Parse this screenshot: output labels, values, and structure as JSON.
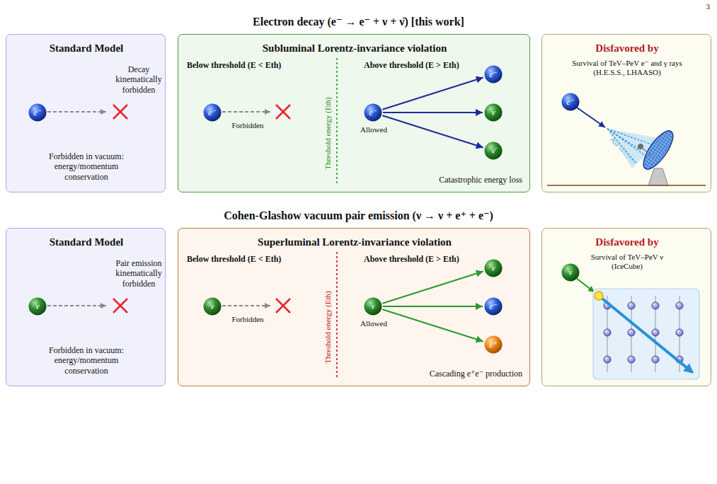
{
  "diagram": {
    "nodes": [
      {
        "text": [
          "Standard Model",
          "Decay kinematically forbidden",
          "Forbidden in vacuum: energy/momentum conservation"
        ]
      },
      {
        "text": [
          "e⁻"
        ],
        "in": 0
      },
      {
        "text": [
          "Subluminal Lorentz-invariance violation",
          "Below threshold (E < Eth)",
          "Above threshold (E > Eth)",
          "Threshold energy (Eth)",
          "Forbidden",
          "Allowed",
          "Catastrophic energy loss"
        ]
      },
      {
        "text": [
          "e⁻"
        ],
        "in": 2
      },
      {
        "text": [
          "e⁻"
        ],
        "in": 2
      },
      {
        "text": [
          "e⁻"
        ],
        "in": 2
      },
      {
        "text": [
          "ν"
        ],
        "in": 2
      },
      {
        "text": [
          "ν̄"
        ],
        "in": 2
      },
      {
        "text": [
          "Disfavored by",
          "Survival of TeV–PeV e⁻ and γ rays (H.E.S.S., LHAASO)",
          "Air shower"
        ]
      },
      {
        "text": [
          "e⁻"
        ],
        "in": 8
      },
      {
        "text": [
          "Standard Model",
          "Pair emission kinematically forbidden",
          "Forbidden in vacuum: energy/momentum conservation"
        ]
      },
      {
        "text": [
          "ν"
        ],
        "in": 10
      },
      {
        "text": [
          "Superluminal Lorentz-invariance violation",
          "Below threshold (E < Eth)",
          "Above threshold (E > Eth)",
          "Threshold energy (Eth)",
          "Forbidden",
          "Allowed",
          "Cascading e⁺e⁻ production"
        ]
      },
      {
        "text": [
          "ν"
        ],
        "in": 12
      },
      {
        "text": [
          "ν"
        ],
        "in": 12
      },
      {
        "text": [
          "ν"
        ],
        "in": 12
      },
      {
        "text": [
          "e⁻"
        ],
        "in": 12
      },
      {
        "text": [
          "e⁺"
        ],
        "in": 12
      },
      {
        "text": [
          "Disfavored by",
          "Survival of TeV–PeV ν (IceCube)"
        ]
      },
      {
        "text": [
          "ν"
        ],
        "in": 18
      }
    ],
    "edges": [
      {
        "from": 4,
        "to": 5,
        "arrow": "to"
      },
      {
        "from": 4,
        "to": 6,
        "arrow": "to"
      },
      {
        "from": 4,
        "to": 7,
        "arrow": "to"
      },
      {
        "from": 14,
        "to": 15,
        "arrow": "to"
      },
      {
        "from": 14,
        "to": 16,
        "arrow": "to"
      },
      {
        "from": 14,
        "to": 17,
        "arrow": "to"
      }
    ],
    "labels": [
      "3",
      "Electron decay (e⁻ → e⁻ + ν + ν̄) [this work]",
      "Cohen-Glashow vacuum pair emission (ν → ν + e⁺ + e⁻)"
    ]
  }
}
